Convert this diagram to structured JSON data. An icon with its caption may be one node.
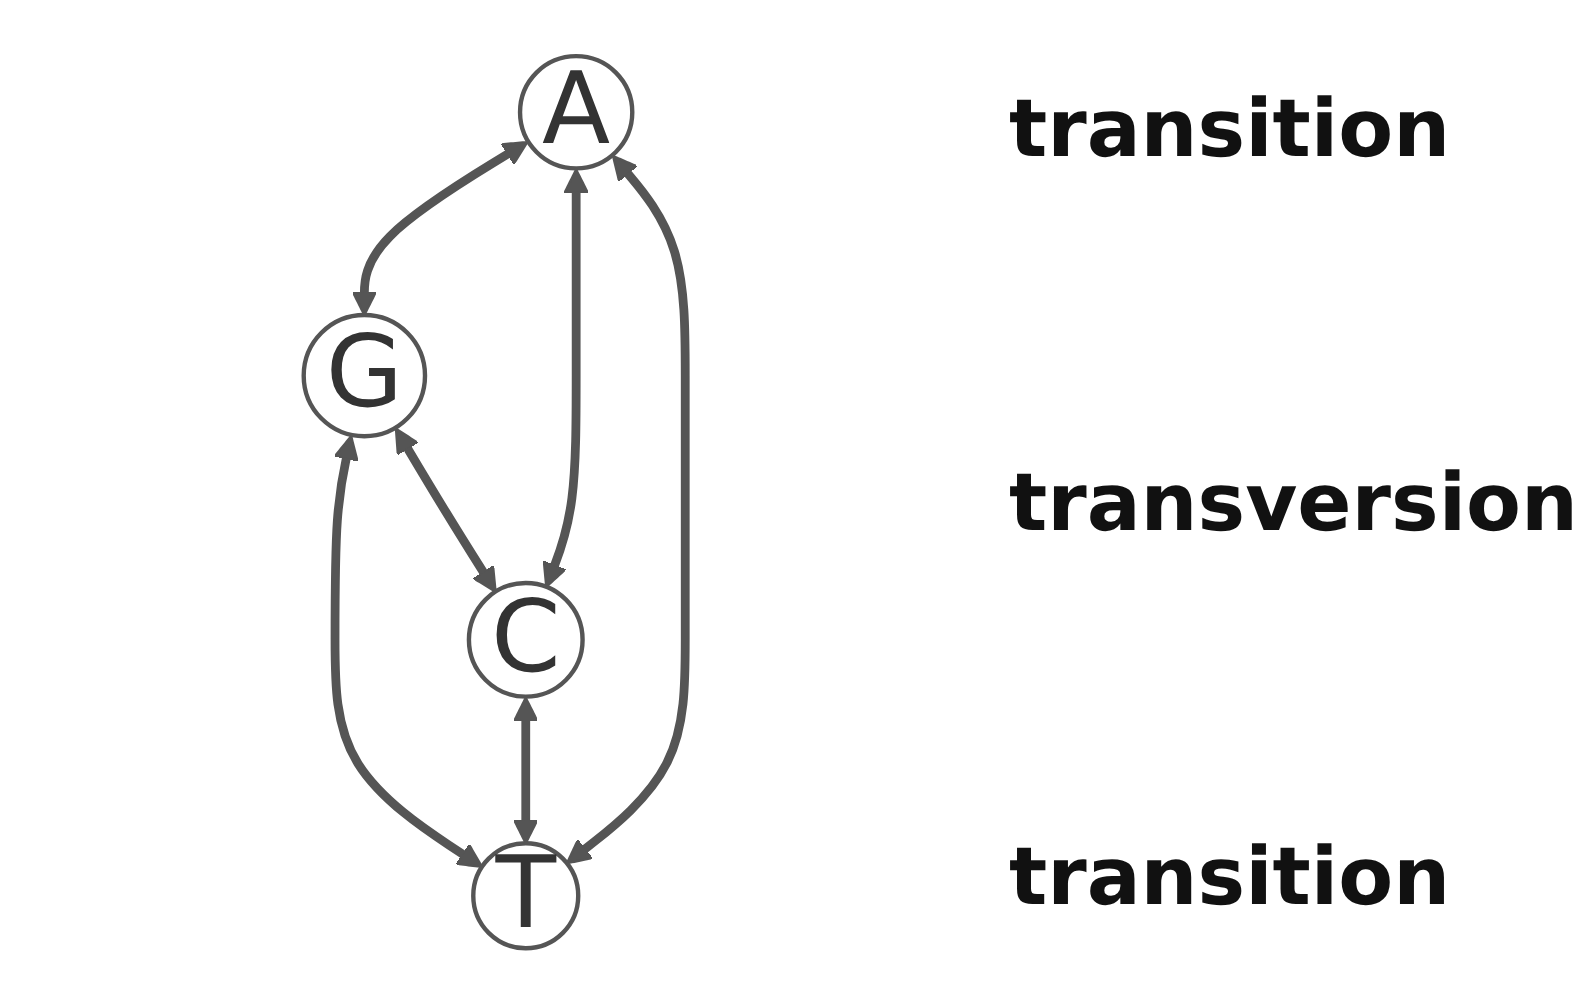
{
  "diagram": {
    "nodes": [
      {
        "text": [
          "A"
        ]
      },
      {
        "text": [
          "G"
        ]
      },
      {
        "text": [
          "C"
        ]
      },
      {
        "text": [
          "T"
        ]
      }
    ],
    "edges": [
      {
        "from": 0,
        "to": 1,
        "arrow": "both"
      },
      {
        "from": 0,
        "to": 2,
        "arrow": "both"
      },
      {
        "from": 1,
        "to": 3,
        "arrow": "both"
      },
      {
        "from": 2,
        "to": 3,
        "arrow": "both"
      },
      {
        "from": 0,
        "to": 3,
        "arrow": "both"
      },
      {
        "from": 1,
        "to": 2,
        "arrow": "both"
      }
    ],
    "labels": [
      "transition",
      "transversion",
      "transition"
    ]
  }
}
